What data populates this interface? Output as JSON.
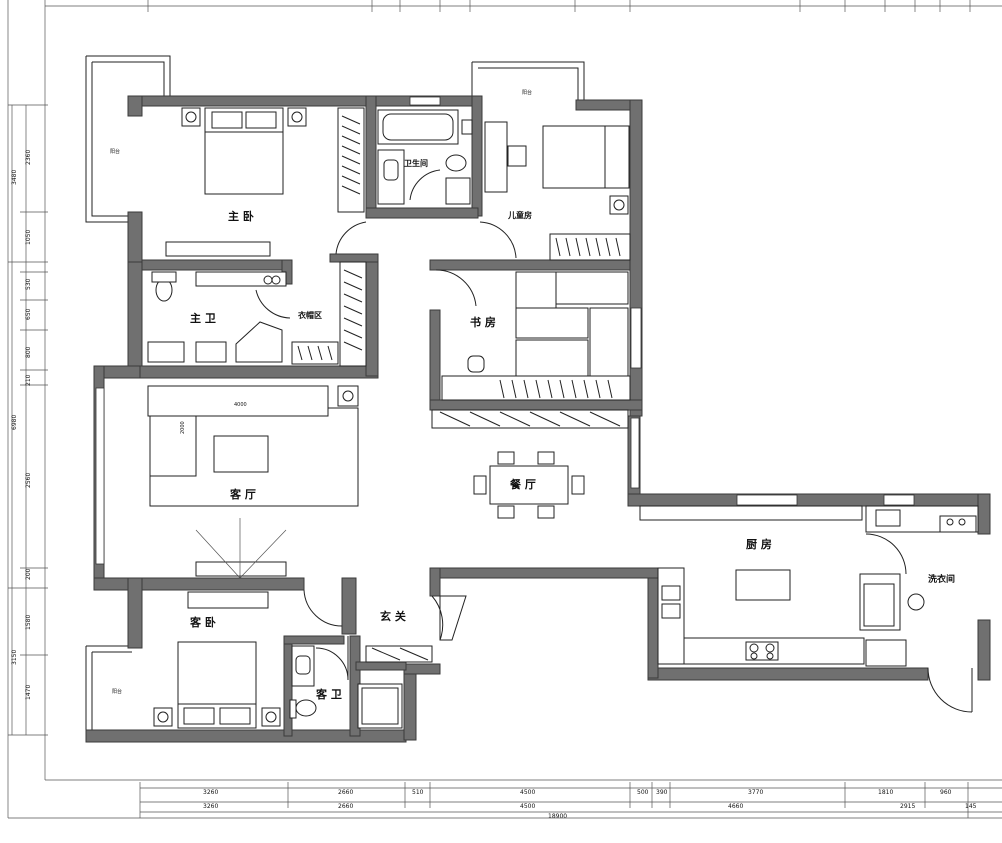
{
  "rooms": {
    "master_bedroom": "主 卧",
    "master_bath": "主 卫",
    "walk_in_closet": "衣帽区",
    "bathroom": "卫生间",
    "kids_room": "儿童房",
    "study": "书 房",
    "living_room": "客 厅",
    "dining_room": "餐 厅",
    "kitchen": "厨 房",
    "laundry": "洗衣间",
    "guest_bedroom": "客 卧",
    "guest_bath": "客 卫",
    "entrance": "玄 关"
  },
  "balconies": [
    "阳台",
    "阳台",
    "阳台"
  ],
  "furniture_labels": {
    "sofa_width": "4000",
    "sofa_depth": "2000"
  },
  "dimensions": {
    "bottom_row1": [
      "3260",
      "2660",
      "510",
      "4500",
      "500",
      "390",
      "3770",
      "1810",
      "960"
    ],
    "bottom_row2": [
      "3260",
      "2660",
      "4500",
      "4660",
      "2915",
      "145"
    ],
    "bottom_total": "18900",
    "left_outer": [
      "3480",
      "6980",
      "3150"
    ],
    "left_inner": [
      "2360",
      "1050",
      "530",
      "650",
      "800",
      "210",
      "2560",
      "200",
      "1580",
      "1470"
    ]
  },
  "colors": {
    "wall": "#707070",
    "line": "#222222"
  }
}
